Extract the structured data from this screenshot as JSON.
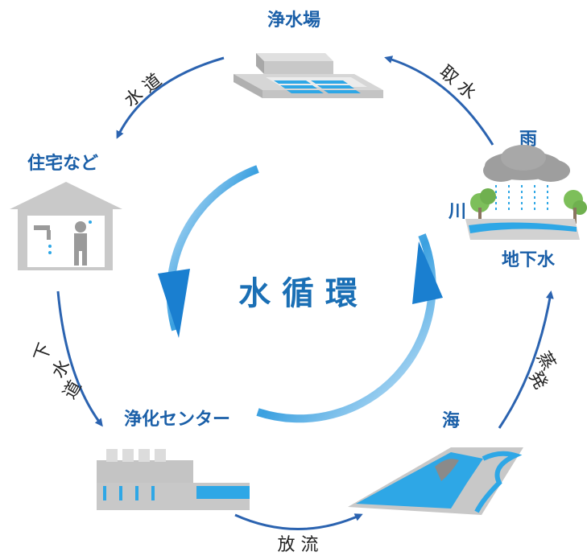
{
  "center": {
    "title": "水 循 環"
  },
  "nodes": {
    "purification_plant": "浄水場",
    "houses": "住宅など",
    "treatment_center": "浄化センター",
    "sea": "海",
    "rain": "雨",
    "river": "川",
    "groundwater": "地下水"
  },
  "edges": {
    "water_supply": "水 道",
    "sewer_1": "下",
    "sewer_2": "水",
    "sewer_3": "道",
    "discharge": "放 流",
    "evaporation_1": "蒸",
    "evaporation_2": "発",
    "intake": "取 水"
  },
  "colors": {
    "accent_blue": "#1a5fa8",
    "arrow_blue": "#2b63b0",
    "water_blue": "#3fb0e8",
    "gray_building": "#bdbdbd"
  }
}
